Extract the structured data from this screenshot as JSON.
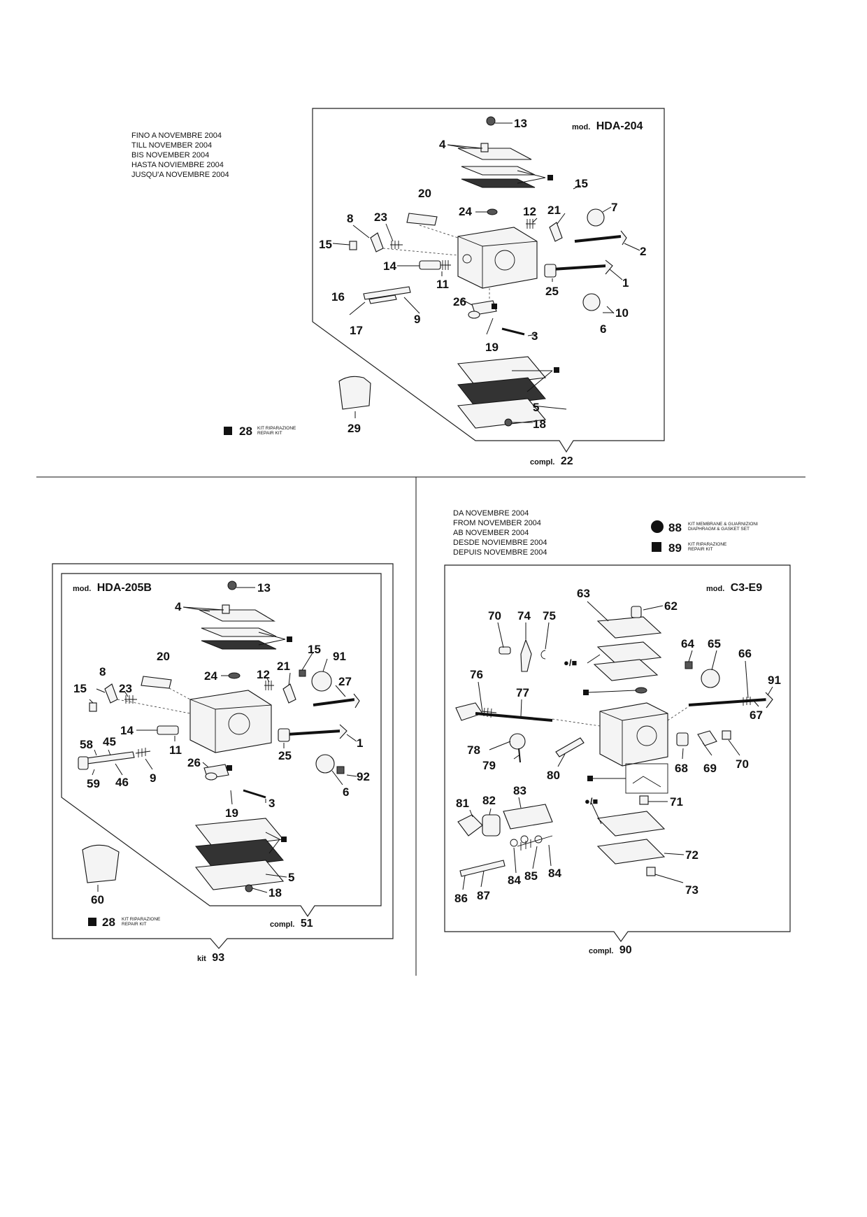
{
  "notes": {
    "until": [
      "FINO A NOVEMBRE 2004",
      "TILL NOVEMBER 2004",
      "BIS NOVEMBER 2004",
      "HASTA NOVIEMBRE 2004",
      "JUSQU'A NOVEMBRE 2004"
    ],
    "from": [
      "DA NOVEMBRE 2004",
      "FROM NOVEMBER 2004",
      "AB NOVEMBER 2004",
      "DESDE NOVIEMBRE 2004",
      "DEPUIS NOVEMBRE 2004"
    ]
  },
  "mod_prefix": "mod.",
  "compl_prefix": "compl.",
  "kit_prefix": "kit",
  "panels": {
    "hda204": {
      "model": "HDA-204",
      "kit_number": "28",
      "kit_label_1": "KIT RIPARAZIONE",
      "kit_label_2": "REPAIR KIT",
      "compl_number": "22",
      "callouts": [
        "13",
        "4",
        "20",
        "24",
        "12",
        "21",
        "15",
        "7",
        "8",
        "23",
        "15",
        "2",
        "14",
        "11",
        "1",
        "25",
        "16",
        "9",
        "26",
        "10",
        "17",
        "6",
        "3",
        "19",
        "5",
        "18",
        "29"
      ]
    },
    "hda205b": {
      "model": "HDA-205B",
      "kit_number": "28",
      "kit_label_1": "KIT RIPARAZIONE",
      "kit_label_2": "REPAIR KIT",
      "compl_number": "51",
      "outer_kit_number": "93",
      "callouts": [
        "13",
        "4",
        "15",
        "91",
        "20",
        "8",
        "21",
        "12",
        "27",
        "15",
        "23",
        "24",
        "14",
        "58",
        "45",
        "11",
        "1",
        "25",
        "26",
        "92",
        "59",
        "46",
        "9",
        "6",
        "3",
        "19",
        "5",
        "18",
        "60"
      ]
    },
    "c3e9": {
      "model": "C3-E9",
      "kit88_number": "88",
      "kit88_label_1": "KIT MEMBRANE & GUARNIZIONI",
      "kit88_label_2": "DIAPHRAGM & GASKET SET",
      "kit89_number": "89",
      "kit89_label_1": "KIT RIPARAZIONE",
      "kit89_label_2": "REPAIR KIT",
      "compl_number": "90",
      "circle_square_mark": "●/■",
      "callouts": [
        "63",
        "62",
        "70",
        "74",
        "75",
        "64",
        "65",
        "66",
        "91",
        "76",
        "77",
        "67",
        "78",
        "79",
        "80",
        "68",
        "69",
        "70",
        "71",
        "81",
        "82",
        "83",
        "72",
        "84",
        "85",
        "84",
        "73",
        "86",
        "87"
      ]
    }
  }
}
